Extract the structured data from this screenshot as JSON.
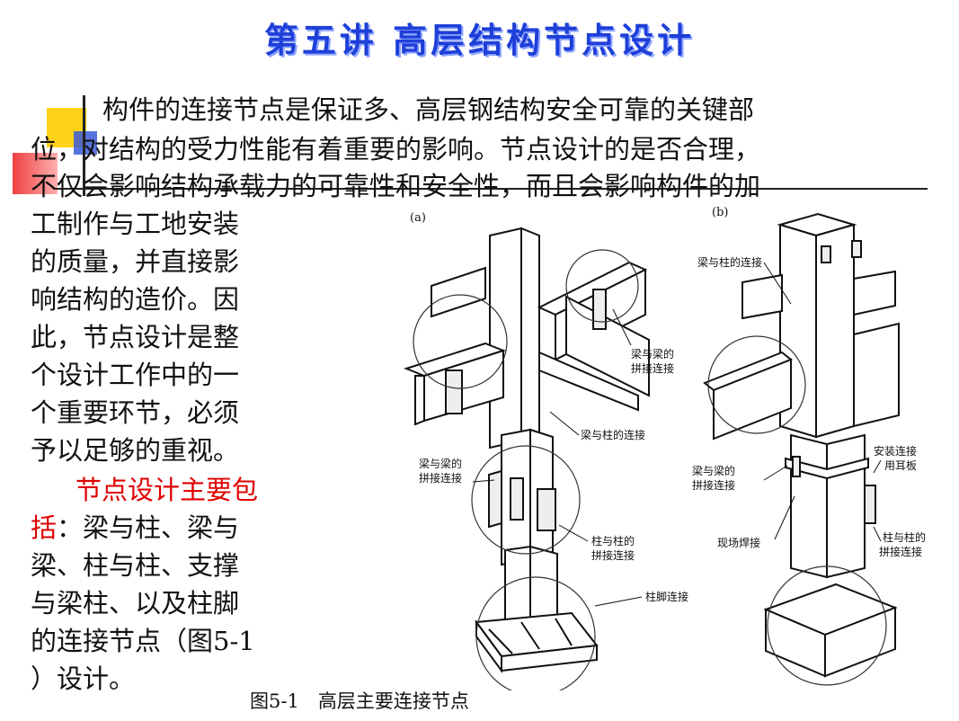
{
  "slide": {
    "title": "第五讲 高层结构节点设计",
    "paragraph_lines": [
      "构件的连接节点是保证多、高层钢结构安全可靠的关键部",
      "位，对结构的受力性能有着重要的影响。节点设计的是否合理，",
      "不仅会影响结构承载力的可靠性和安全性，而且会影响构件的加",
      "工制作与工地安装",
      "的质量，并直接影",
      "响结构的造价。因",
      "此，节点设计是整",
      "个设计工作中的一",
      "个重要环节，必须",
      "予以足够的重视。"
    ],
    "highlight_red": "节点设计主要包",
    "highlight_red_2": "括",
    "highlight_rest": "：梁与柱、梁与",
    "list_lines": [
      "梁、柱与柱、支撑",
      "与梁柱、以及柱脚",
      "的连接节点（图5-1",
      "）设计。"
    ],
    "caption": "图5-1　高层主要连接节点"
  },
  "figure": {
    "panel_a": "(a)",
    "panel_b": "(b)",
    "labels": {
      "beam_beam_splice_1": [
        "梁与梁的",
        "拼接连接"
      ],
      "beam_column_a": "梁与柱的连接",
      "beam_beam_splice_2": [
        "梁与梁的",
        "拼接连接"
      ],
      "column_column_a": [
        "柱与柱的",
        "拼接连接"
      ],
      "column_base": "柱脚连接",
      "beam_column_b": "梁与柱的连接",
      "beam_beam_splice_b": [
        "梁与梁的",
        "拼接连接"
      ],
      "erection_plate": [
        "安装连接",
        "用耳板"
      ],
      "field_weld": "现场焊接",
      "column_column_b": [
        "柱与柱的",
        "拼接连接"
      ]
    }
  },
  "colors": {
    "title": "#1e3fd8",
    "highlight": "#e00000",
    "deco_yellow": "#ffd21a",
    "deco_blue": "#3a5bd8",
    "deco_red": "#f04040"
  }
}
